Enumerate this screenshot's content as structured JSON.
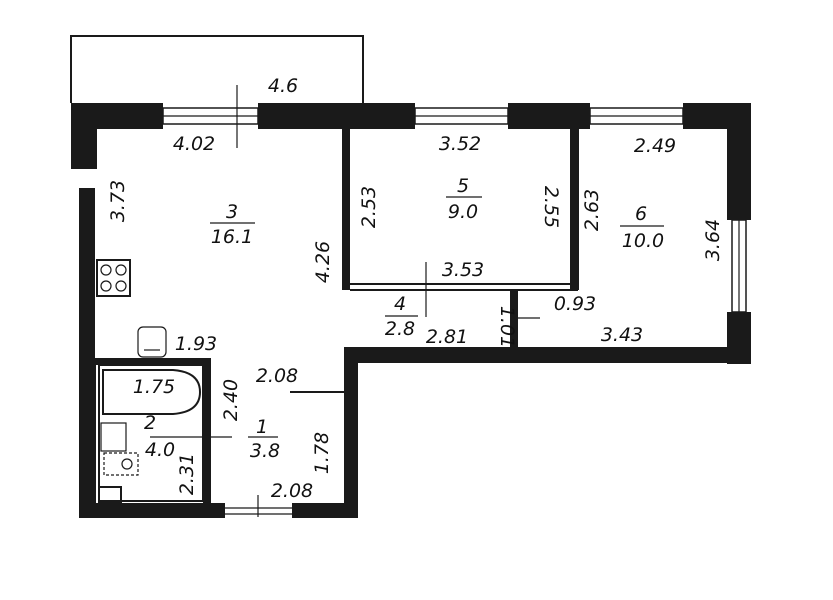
{
  "balcony": {
    "width": "4.6"
  },
  "rooms": [
    {
      "id": "1",
      "area": "3.8"
    },
    {
      "id": "2",
      "area": "4.0"
    },
    {
      "id": "3",
      "area": "16.1"
    },
    {
      "id": "4",
      "area": "2.8"
    },
    {
      "id": "5",
      "area": "9.0"
    },
    {
      "id": "6",
      "area": "10.0"
    }
  ],
  "dimensions": {
    "room3_top": "4.02",
    "room3_left": "3.73",
    "room3_right": "4.26",
    "room5_top": "3.52",
    "room5_left": "2.53",
    "room5_right": "2.55",
    "room5_bottom": "3.53",
    "room6_top": "2.49",
    "room6_left": "2.63",
    "room6_right": "3.64",
    "corridor_short": "0.93",
    "corridor_bottom": "3.43",
    "corridor_depth": "1.01",
    "room4_bottom": "2.81",
    "kitchen_bottom": "1.93",
    "bath_width": "1.75",
    "bath_height": "2.40",
    "room2_height": "2.31",
    "hall_top": "2.08",
    "hall_height": "1.78",
    "hall_bottom": "2.08"
  }
}
